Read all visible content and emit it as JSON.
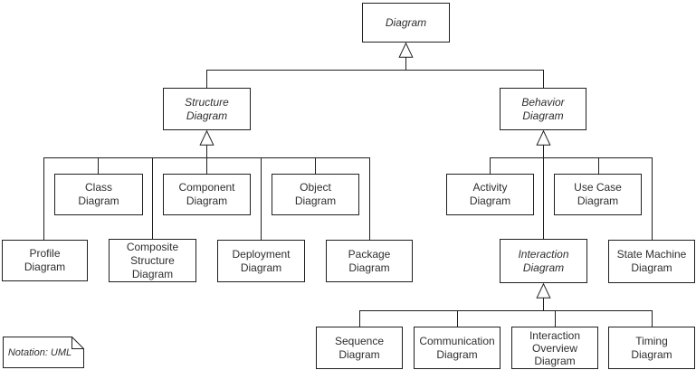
{
  "nodes": {
    "diagram": {
      "label": "Diagram",
      "abstract": true
    },
    "structure": {
      "label": "Structure\nDiagram",
      "abstract": true
    },
    "behavior": {
      "label": "Behavior\nDiagram",
      "abstract": true
    },
    "class": {
      "label": "Class\nDiagram",
      "abstract": false
    },
    "component": {
      "label": "Component\nDiagram",
      "abstract": false
    },
    "object": {
      "label": "Object\nDiagram",
      "abstract": false
    },
    "profile": {
      "label": "Profile\nDiagram",
      "abstract": false
    },
    "composite_structure": {
      "label": "Composite\nStructure\nDiagram",
      "abstract": false
    },
    "deployment": {
      "label": "Deployment\nDiagram",
      "abstract": false
    },
    "package": {
      "label": "Package\nDiagram",
      "abstract": false
    },
    "activity": {
      "label": "Activity\nDiagram",
      "abstract": false
    },
    "use_case": {
      "label": "Use Case\nDiagram",
      "abstract": false
    },
    "interaction": {
      "label": "Interaction\nDiagram",
      "abstract": true
    },
    "state_machine": {
      "label": "State Machine\nDiagram",
      "abstract": false
    },
    "sequence": {
      "label": "Sequence\nDiagram",
      "abstract": false
    },
    "communication": {
      "label": "Communication\nDiagram",
      "abstract": false
    },
    "interaction_overview": {
      "label": "Interaction\nOverview\nDiagram",
      "abstract": false
    },
    "timing": {
      "label": "Timing\nDiagram",
      "abstract": false
    }
  },
  "note": {
    "text": "Notation: UML"
  },
  "colors": {
    "line": "#1f1f1f",
    "text": "#2e2e2e",
    "background": "#ffffff"
  }
}
